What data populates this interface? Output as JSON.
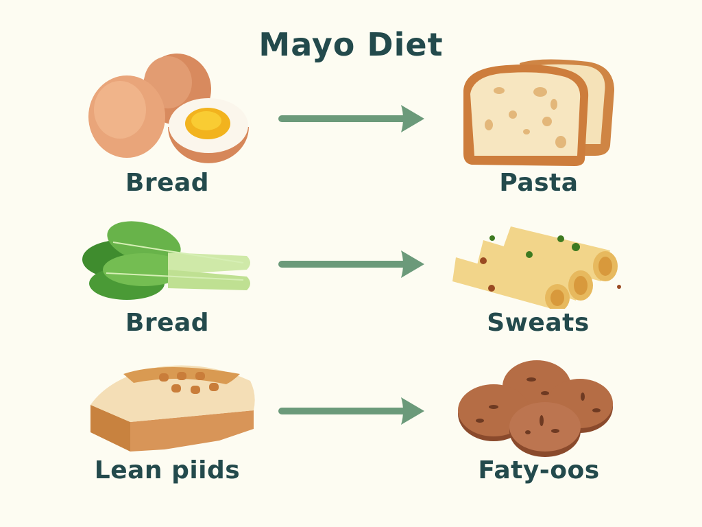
{
  "title": "Mayo Diet",
  "colors": {
    "background": "#fdfcf2",
    "text": "#234a4c",
    "arrow": "#6b9a7a"
  },
  "rows": [
    {
      "left": {
        "label": "Bread",
        "icon": "eggs-icon"
      },
      "arrow": "arrow-right-icon",
      "right": {
        "label": "Pasta",
        "icon": "bread-slices-icon"
      }
    },
    {
      "left": {
        "label": "Bread",
        "icon": "leafy-greens-icon"
      },
      "arrow": "arrow-right-icon",
      "right": {
        "label": "Sweats",
        "icon": "pasta-tubes-icon"
      }
    },
    {
      "left": {
        "label": "Lean piids",
        "icon": "bread-loaf-icon"
      },
      "arrow": "arrow-right-icon",
      "right": {
        "label": "Faty-oos",
        "icon": "cookies-icon"
      }
    }
  ]
}
